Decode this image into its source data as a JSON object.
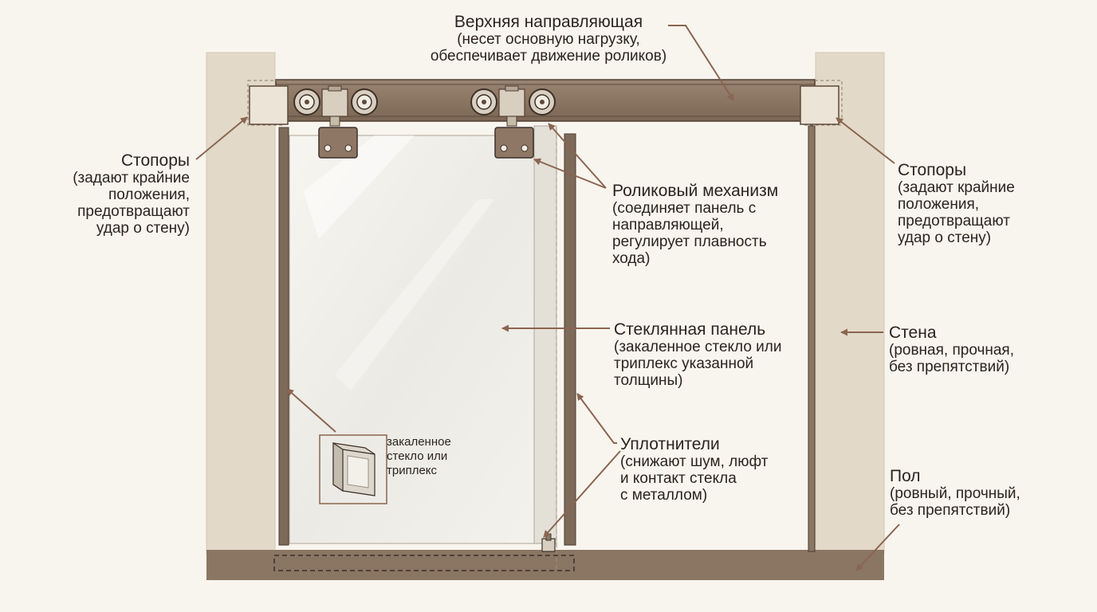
{
  "labels": {
    "top_rail": {
      "title": "Верхняя направляющая",
      "lines": [
        "(несет основную нагрузку,",
        "обеспечивает движение роликов)"
      ]
    },
    "stoppers_left": {
      "title": "Стопоры",
      "lines": [
        "(задают крайние",
        "положения,",
        "предотвращают",
        "удар о стену)"
      ]
    },
    "stoppers_right": {
      "title": "Стопоры",
      "lines": [
        "(задают крайние",
        "положения,",
        "предотвращают",
        "удар о стену)"
      ]
    },
    "roller": {
      "title": "Роликовый механизм",
      "lines": [
        "(соединяет панель с",
        "направляющей,",
        "регулирует плавность",
        "хода)"
      ]
    },
    "glass_panel": {
      "title": "Стеклянная панель",
      "lines": [
        "(закаленное стекло или",
        "триплекс указанной",
        "толщины)"
      ]
    },
    "wall": {
      "title": "Стена",
      "lines": [
        "(ровная, прочная,",
        "без препятствий)"
      ]
    },
    "seals": {
      "title": "Уплотнители",
      "lines": [
        "(снижают шум, люфт",
        "и контакт стекла",
        "с металлом)"
      ]
    },
    "floor": {
      "title": "Пол",
      "lines": [
        "(ровный, прочный,",
        "без препятствий)"
      ]
    },
    "glass_sample": {
      "lines": [
        "закаленное",
        "стекло или",
        "триплекс"
      ]
    }
  },
  "colors": {
    "background": "#f8f5ee",
    "wall": "#e3d9c8",
    "rail": "#8c7664",
    "rail_dark": "#5e4a3c",
    "floor": "#8b7563",
    "glass": "#f1efea",
    "arrow": "#8a6550"
  }
}
